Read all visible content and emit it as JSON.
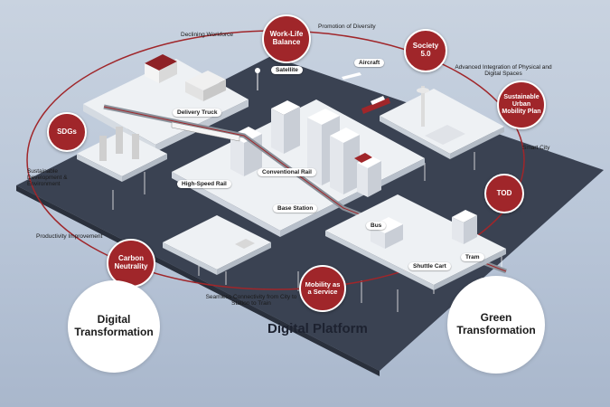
{
  "title": "Digital Platform",
  "nodes": {
    "work_life_balance": "Work-Life Balance",
    "society_5_0": "Society 5.0",
    "sustainable_urban_mobility_plan": "Sustainable Urban Mobility Plan",
    "sdgs": "SDGs",
    "tod": "TOD",
    "carbon_neutrality": "Carbon Neutrality",
    "mobility_as_a_service": "Mobility as a Service"
  },
  "annotations": {
    "declining_workforce": "Declining Workforce",
    "promotion_of_diversity": "Promotion of Diversity",
    "advanced_integration": "Advanced Integration of Physical and Digital Spaces",
    "smart_city": "Smart City",
    "sustainable_development": "Sustainable Development & Environment",
    "productivity_improvement": "Productivity Improvement",
    "seamless_connectivity": "Seamless Connectivity from City to Station to Train"
  },
  "labels": {
    "satellite": "Satellite",
    "aircraft": "Aircraft",
    "delivery_truck": "Delivery Truck",
    "conventional_rail": "Conventional Rail",
    "high_speed_rail": "High-Speed Rail",
    "base_station": "Base Station",
    "bus": "Bus",
    "shuttle_cart": "Shuttle Cart",
    "tram": "Tram"
  },
  "circles": {
    "digital_transformation": "Digital Transformation",
    "green_transformation": "Green Transformation"
  },
  "colors": {
    "accent_red": "#a0262a",
    "platform": "#3b4352",
    "background": "#c0cbda"
  }
}
